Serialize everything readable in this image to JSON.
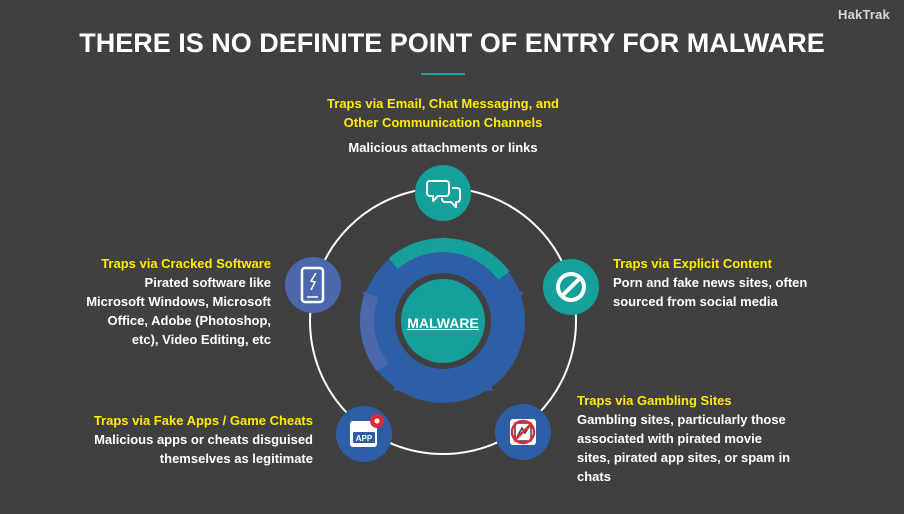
{
  "brand": "HakTrak",
  "title": "THERE IS NO DEFINITE POINT OF ENTRY FOR MALWARE",
  "center": {
    "label": "MALWARE"
  },
  "traps": {
    "email": {
      "heading_line1": "Traps via Email, Chat Messaging, and",
      "heading_line2": "Other Communication Channels",
      "body": "Malicious attachments or links",
      "icon": "chat-bubbles-icon"
    },
    "explicit": {
      "heading": "Traps via Explicit Content",
      "body_line1": "Porn and fake news sites, often",
      "body_line2": "sourced from social media",
      "icon": "no-entry-icon"
    },
    "gambling": {
      "heading": "Traps via Gambling Sites",
      "body_line1": "Gambling sites, particularly those",
      "body_line2": "associated with pirated movie",
      "body_line3": "sites, pirated app sites, or spam in",
      "body_line4": "chats",
      "icon": "no-gambling-icon"
    },
    "fake_apps": {
      "heading": "Traps via Fake Apps / Game Cheats",
      "body_line1": "Malicious apps or cheats disguised",
      "body_line2": "themselves as legitimate",
      "icon": "app-badge-icon",
      "icon_text": "APP"
    },
    "cracked": {
      "heading": "Traps via Cracked Software",
      "body_line1": "Pirated software like",
      "body_line2": "Microsoft Windows, Microsoft",
      "body_line3": "Office, Adobe (Photoshop,",
      "body_line4": "etc), Video Editing, etc",
      "icon": "broken-phone-icon"
    }
  },
  "colors": {
    "background": "#404040",
    "heading_yellow": "#ffeb00",
    "teal": "#15a09b",
    "blue": "#4c68ad",
    "dark_blue": "#2e5fa6",
    "accent_red": "#e02a35"
  }
}
